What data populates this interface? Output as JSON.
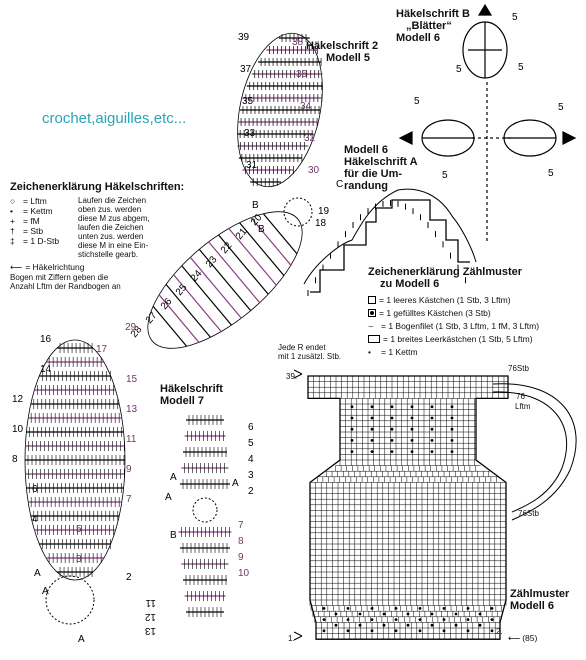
{
  "watermark": "crochet,aiguilles,etc...",
  "titles": {
    "m5": [
      "Häkelschrift 2",
      "Modell 5"
    ],
    "leaves": [
      "Häkelschrift B",
      "„Blätter“",
      "Modell 6"
    ],
    "border": [
      "Modell 6",
      "Häkelschrift A",
      "für die Um-",
      "randung"
    ],
    "m7": [
      "Häkelschrift",
      "Modell 7"
    ],
    "count_title": [
      "Zählmuster",
      "Modell 6"
    ]
  },
  "legend_left": {
    "title": "Zeichenerklärung Häkelschriften:",
    "items": [
      {
        "sym": "○",
        "text": "= Lftm"
      },
      {
        "sym": "•",
        "text": "= Kettm"
      },
      {
        "sym": "+",
        "text": "= fM"
      },
      {
        "sym": "†",
        "text": "= Stb"
      },
      {
        "sym": "‡",
        "text": "= 1 D-Stb"
      }
    ],
    "note": [
      "Laufen die Zeichen",
      "oben zus. werden",
      "diese M zus abgem,",
      "laufen die Zeichen",
      "unten zus. werden",
      "diese M in eine Ein-",
      "stichstelle gearb."
    ],
    "arrow": "= Häkelrichtung",
    "bogen": [
      "Bogen mit Ziffern geben die",
      "Anzahl Lftm der Randbogen an"
    ]
  },
  "legend_right": {
    "title": [
      "Zeichenerklärung Zählmuster",
      "zu Modell 6"
    ],
    "items": [
      "= 1 leeres Kästchen (1 Stb, 3 Lftm)",
      "= 1 gefülltes Kästchen (3 Stb)",
      "= 1 Bogenfilet (1 Stb, 3 Lftm, 1 fM, 3 Lftm)",
      "= 1 breites Leerkästchen (1 Stb, 5 Lftm)",
      "= 1 Kettm"
    ]
  },
  "chart_notes": {
    "row_note": [
      "Jede R endet",
      "mit 1 zusätzl. Stb."
    ],
    "top_row": "39.",
    "stb76_top": "76Stb",
    "seventy_six": "76",
    "lftm": "Lftm",
    "stb76_side": "76Stb",
    "row1": "1.",
    "row2": "2.",
    "count85": "(85)"
  },
  "m5_rows_left": [
    "39",
    "37",
    "35",
    "33",
    "31"
  ],
  "m5_rows_right": [
    "38",
    "36",
    "34",
    "32",
    "30"
  ],
  "m5_lower_left": [
    "28",
    "27",
    "26",
    "25",
    "24",
    "23",
    "22",
    "21",
    "20"
  ],
  "m5_lower_right": [
    "29",
    "19",
    "18"
  ],
  "m5_markers": [
    "B",
    "C",
    "B"
  ],
  "leaf_numbers": [
    "5",
    "5",
    "5",
    "5",
    "5",
    "5",
    "5"
  ],
  "model4_left": [
    "16",
    "14",
    "12",
    "10",
    "8",
    "6",
    "4"
  ],
  "model4_right": [
    "17",
    "15",
    "13",
    "11",
    "9",
    "7",
    "5",
    "3"
  ],
  "model4_markers": [
    "A",
    "A",
    "A",
    "2"
  ],
  "m7_right": [
    "6",
    "5",
    "4",
    "3",
    "2",
    "7",
    "8",
    "9",
    "10"
  ],
  "m7_left": [
    "11",
    "12",
    "13"
  ],
  "m7_markers": [
    "A",
    "A",
    "B",
    "A"
  ]
}
